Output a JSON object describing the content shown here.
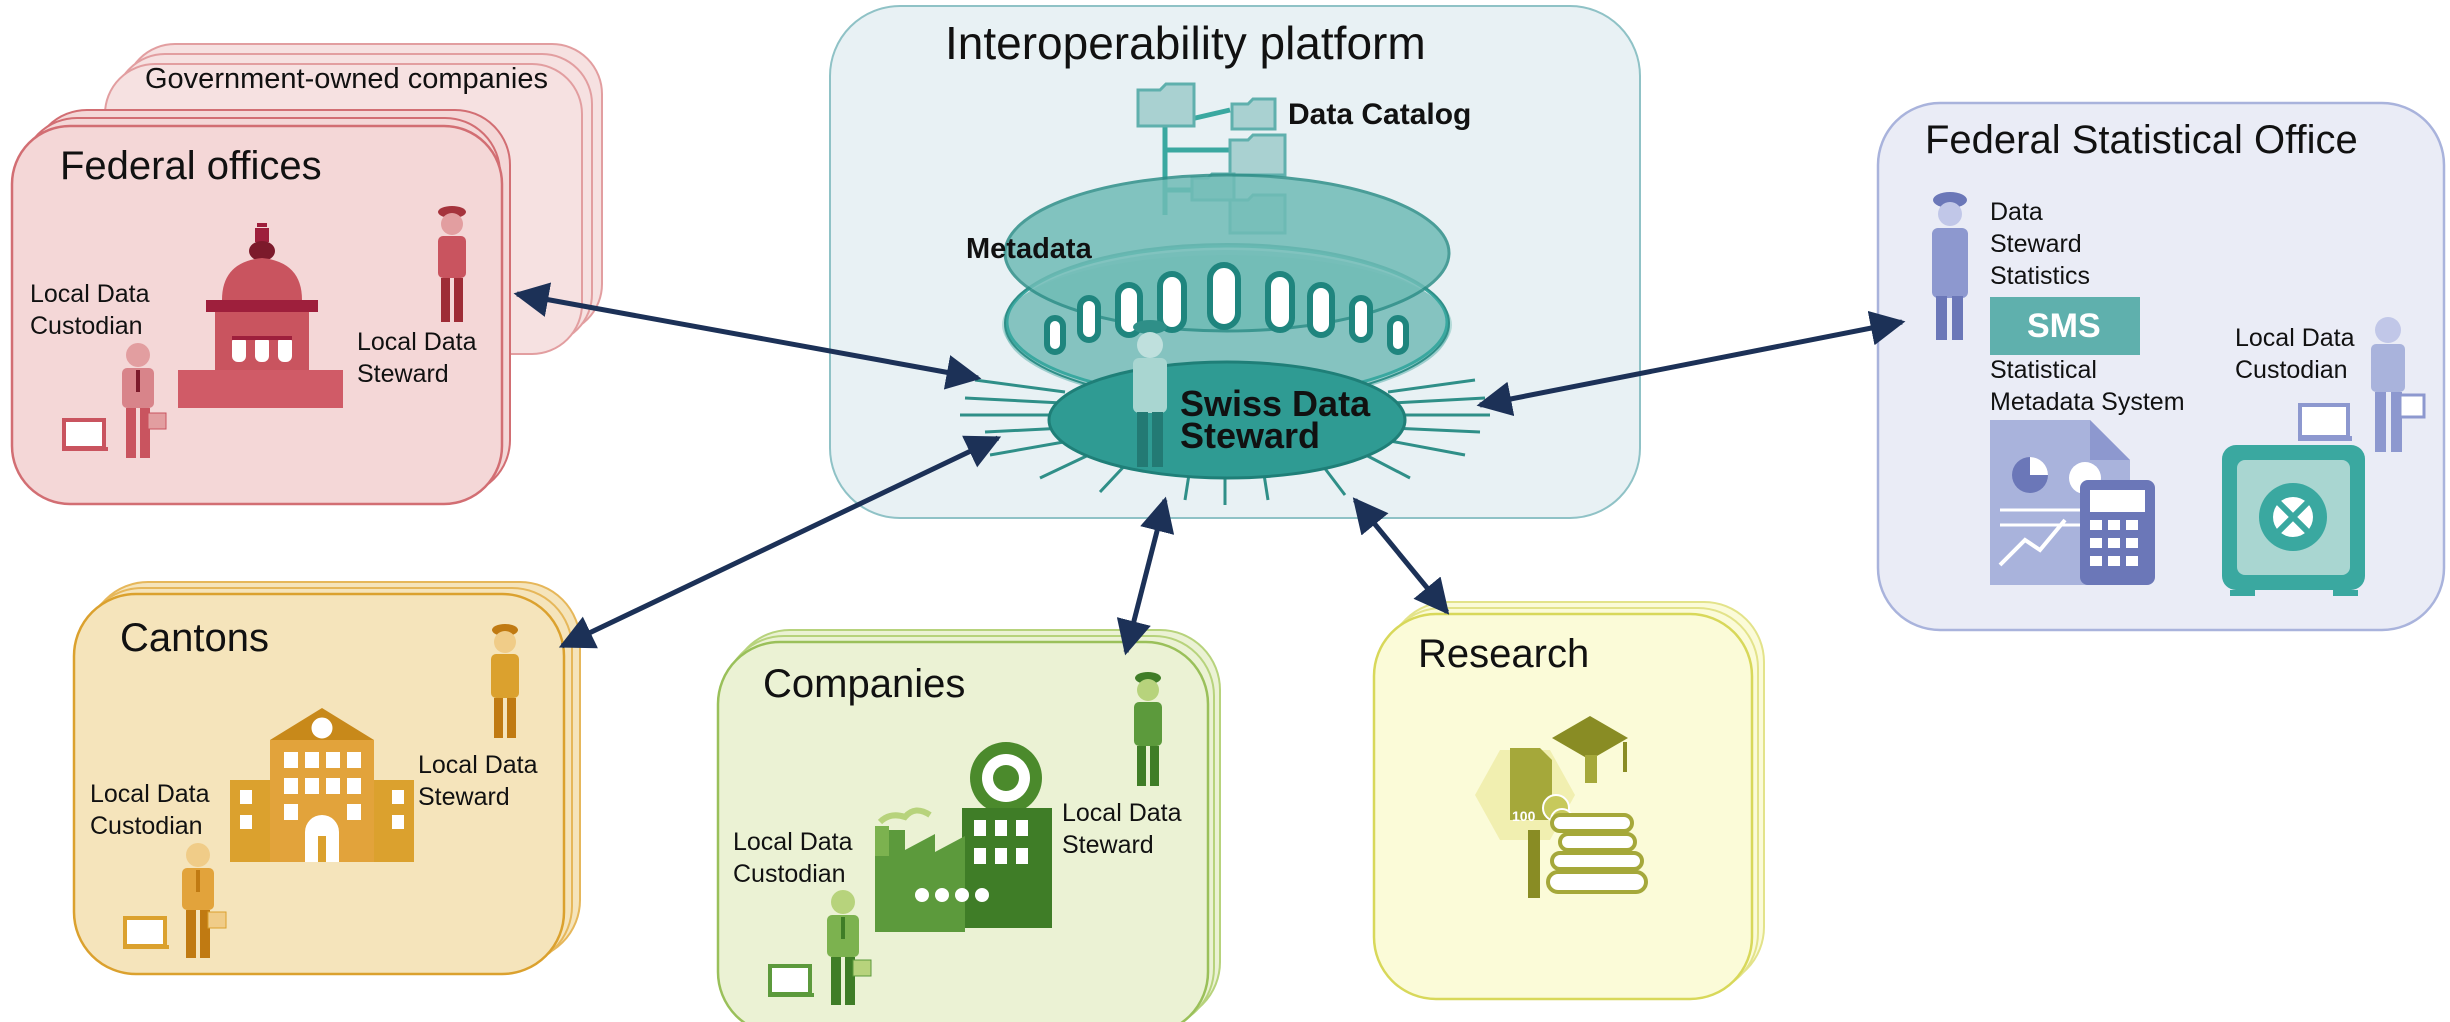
{
  "platform": {
    "title": "Interoperability platform",
    "catalog_label": "Data Catalog",
    "metadata_label": "Metadata",
    "steward_line1": "Swiss Data",
    "steward_line2": "Steward",
    "color": "#e8f1f4",
    "accent": "#3aa8a0"
  },
  "government": {
    "title": "Government-owned companies",
    "color": "#f6e1e1"
  },
  "federal": {
    "title": "Federal offices",
    "custodian_line1": "Local Data",
    "custodian_line2": "Custodian",
    "steward_line1": "Local Data",
    "steward_line2": "Steward",
    "color": "#f4d7d7",
    "accent": "#c9545f"
  },
  "fso": {
    "title": "Federal Statistical Office",
    "steward_line1": "Data",
    "steward_line2": "Steward",
    "steward_line3": "Statistics",
    "sms_badge": "SMS",
    "sms_line1": "Statistical",
    "sms_line2": "Metadata System",
    "custodian_line1": "Local Data",
    "custodian_line2": "Custodian",
    "color": "#eaecf6",
    "accent": "#8d98cf"
  },
  "cantons": {
    "title": "Cantons",
    "custodian_line1": "Local Data",
    "custodian_line2": "Custodian",
    "steward_line1": "Local Data",
    "steward_line2": "Steward",
    "color": "#f5e4bb",
    "accent": "#dba12e"
  },
  "companies": {
    "title": "Companies",
    "custodian_line1": "Local Data",
    "custodian_line2": "Custodian",
    "steward_line1": "Local Data",
    "steward_line2": "Steward",
    "color": "#ebf2d4",
    "accent": "#5c9a3c"
  },
  "research": {
    "title": "Research",
    "badge": "100",
    "color": "#fbfbd8",
    "accent": "#a5a83a"
  },
  "arrow_color": "#1c3157"
}
